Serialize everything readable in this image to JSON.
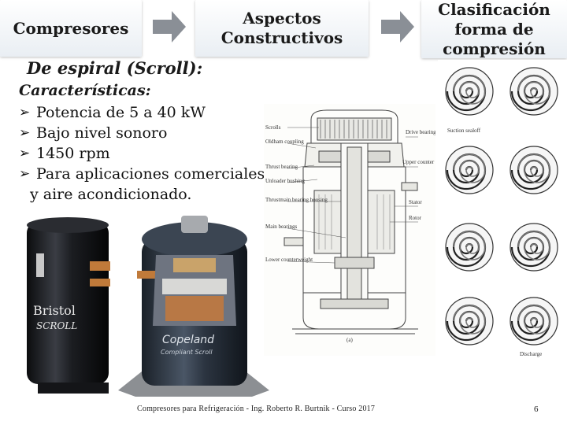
{
  "header": {
    "crumbs": [
      {
        "label": "Compresores"
      },
      {
        "label_line1": "Aspectos",
        "label_line2": "Constructivos"
      },
      {
        "label_line1": "Clasificación",
        "label_line2": "forma de",
        "label_line3": "compresión"
      }
    ]
  },
  "section": {
    "title": "De espiral (Scroll):",
    "features_heading": "Características:",
    "features": [
      "Potencia de 5 a 40 kW",
      "Bajo nivel sonoro",
      "1450 rpm",
      "Para aplicaciones comerciales"
    ],
    "features_continuation": "y aire acondicionado."
  },
  "diagram": {
    "labels_left": [
      "Scrolls",
      "Oldham coupling",
      "Thrust bearing",
      "Unloader bushing",
      "Thrustmain bearing housing",
      "Main bearings",
      "Lower counterweight"
    ],
    "labels_right": [
      "Drive bearing",
      "Upper counter weight",
      "Stator",
      "Rotor"
    ],
    "caption": "(a)"
  },
  "scroll_grid": {
    "captions": [
      "Suction sealoff",
      "Discharge"
    ]
  },
  "images": {
    "bristol_logo_line1": "Bristol",
    "bristol_logo_line2": "SCROLL",
    "copeland_logo_line1": "Copeland",
    "copeland_logo_line2": "Compliant Scroll"
  },
  "footer": {
    "text": "Compresores para Refrigeración -  Ing. Roberto R. Burtnik -  Curso 2017",
    "page": "6"
  },
  "colors": {
    "crumb_arrow": "#8a8f96",
    "compressor_dark": "#1b1d21",
    "copeland_body": "#2b3440"
  },
  "icons": [
    "chevron-right-arrow-icon",
    "arrow-bullet-icon"
  ]
}
